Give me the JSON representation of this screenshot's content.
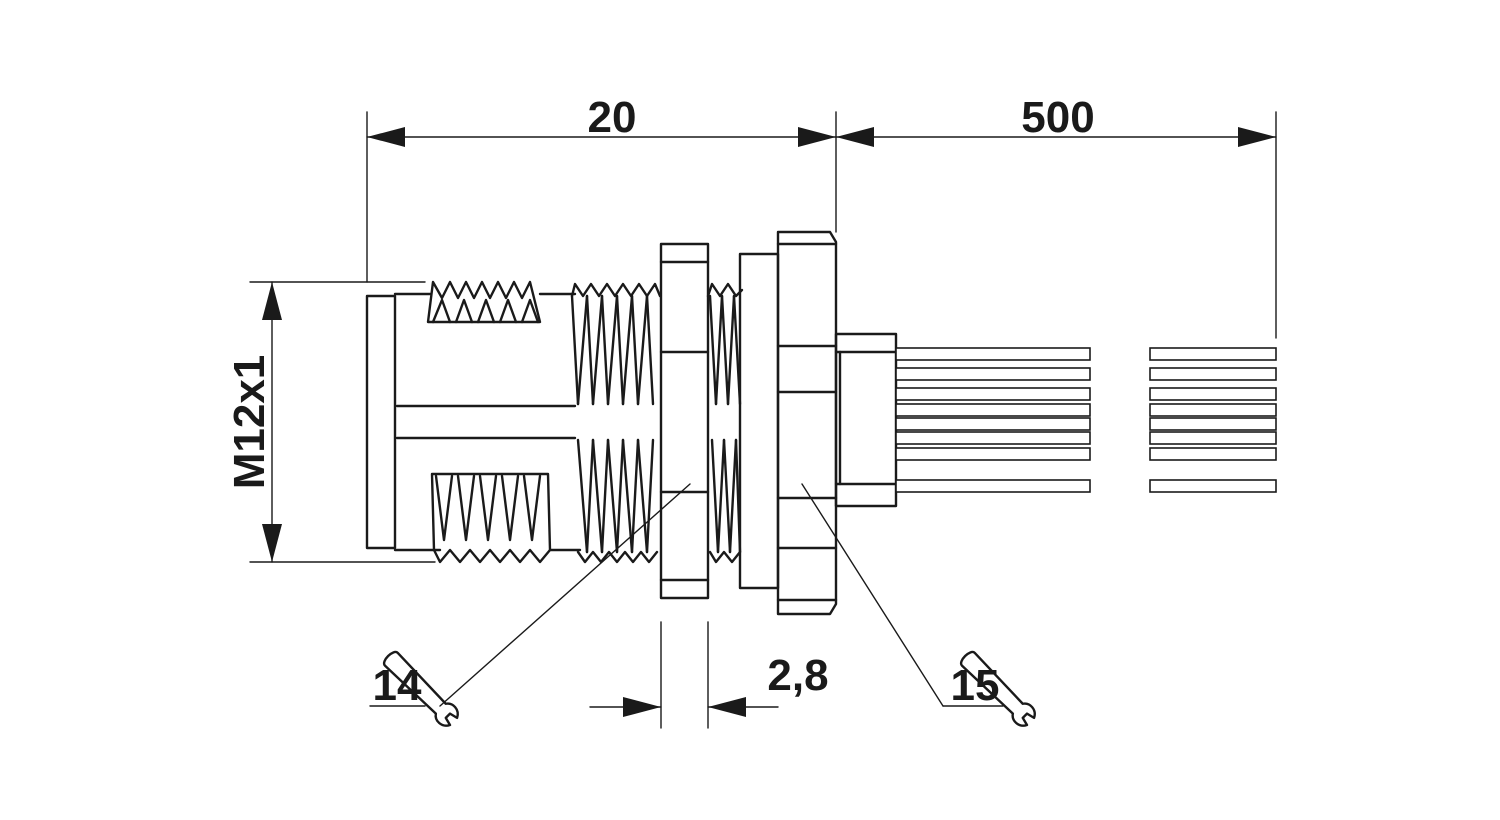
{
  "dimensions": {
    "length_body": "20",
    "length_cable": "500",
    "thread": "M12x1",
    "panel_thickness": "2,8"
  },
  "tool_callouts": {
    "nut_front_wrench": "14",
    "nut_rear_wrench": "15"
  },
  "icons": {
    "wrench": "wrench-icon"
  },
  "colors": {
    "stroke": "#1a1a1a",
    "background": "#ffffff"
  }
}
